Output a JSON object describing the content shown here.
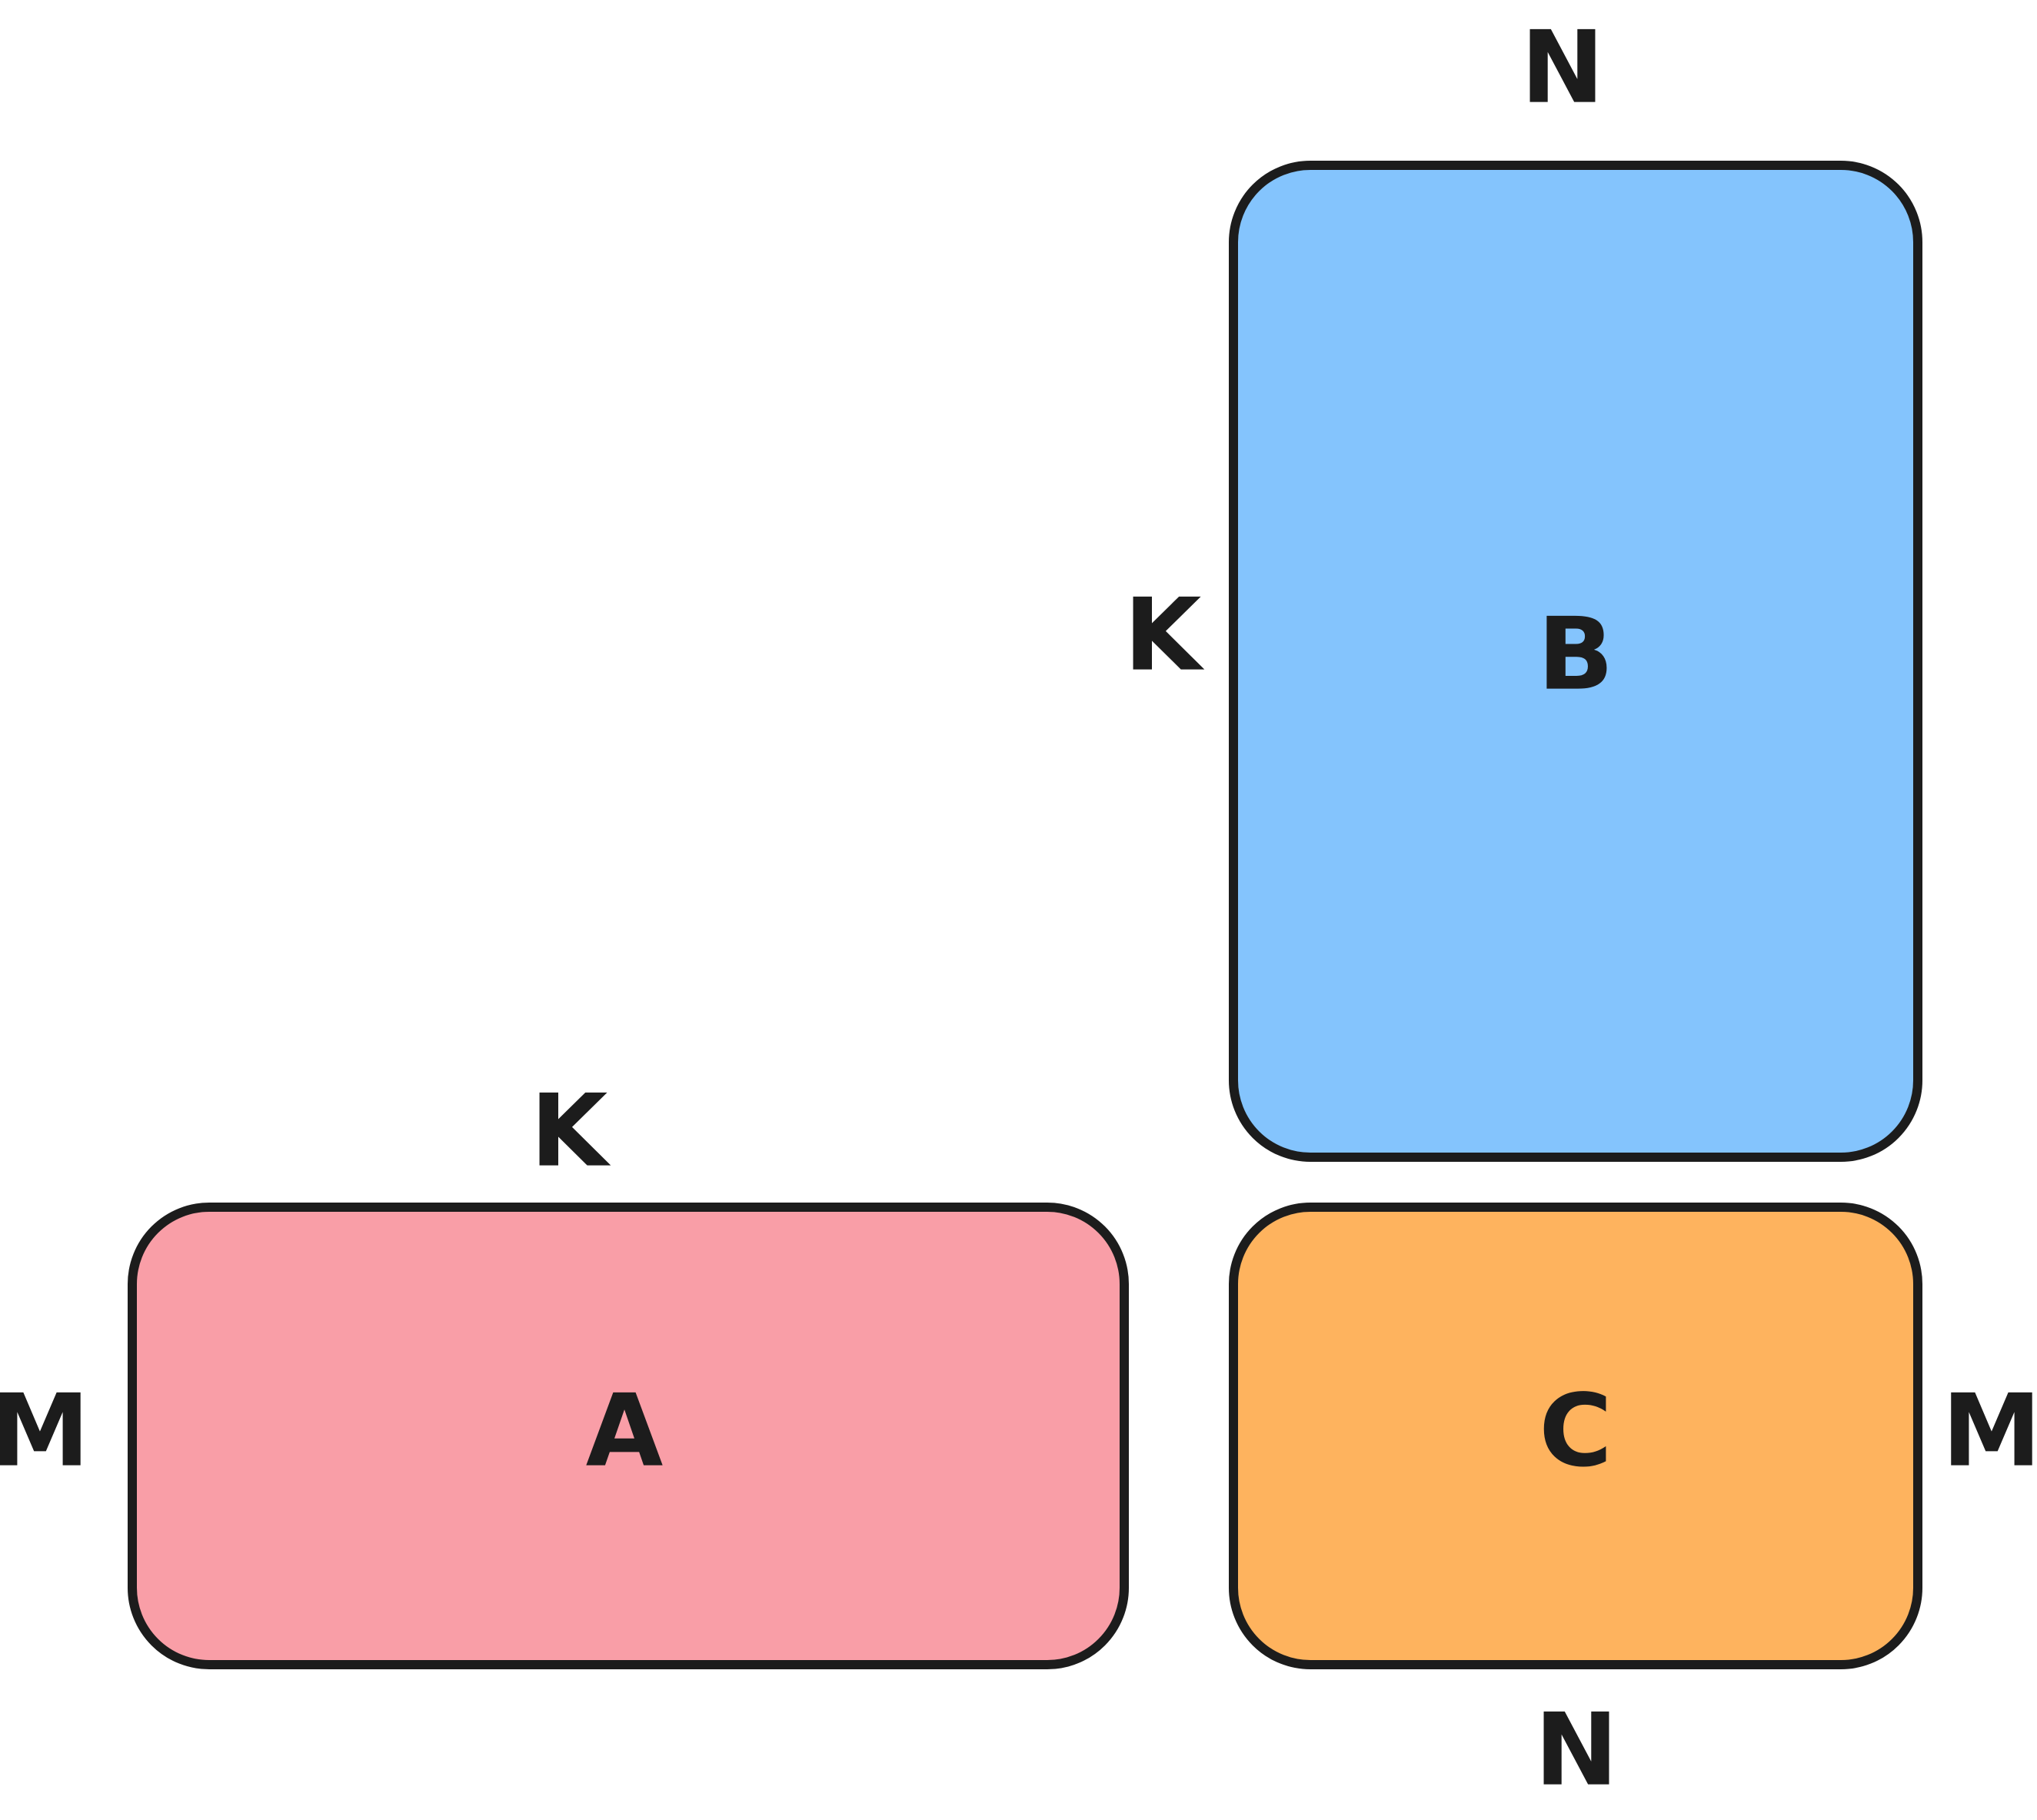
{
  "matrices": {
    "a": {
      "label": "A",
      "rows_label": "M",
      "cols_label": "K",
      "color": "#F99EA7"
    },
    "b": {
      "label": "B",
      "rows_label": "K",
      "cols_label": "N",
      "color": "#84C4FD"
    },
    "c": {
      "label": "C",
      "rows_label": "M",
      "cols_label": "N",
      "color": "#FEB35E"
    }
  },
  "colors": {
    "outline": "#1C1C1C",
    "background": "#FFFFFF"
  }
}
